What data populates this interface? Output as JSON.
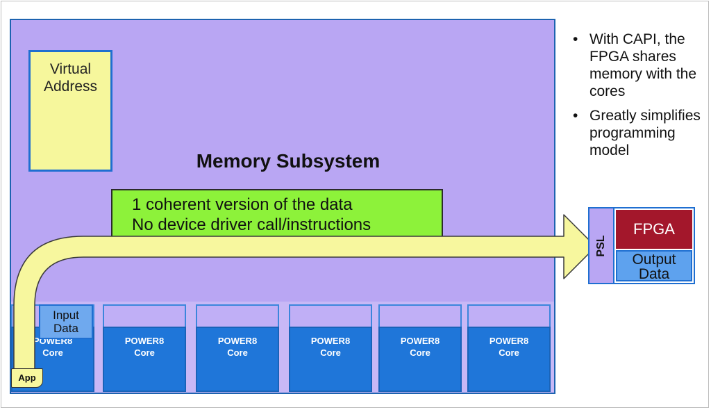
{
  "memory": {
    "title": "Memory Subsystem",
    "virtual_address": [
      "Virtual",
      "Address"
    ],
    "coherent": [
      "1 coherent version of the data",
      "No device driver call/instructions"
    ]
  },
  "input_data": [
    "Input",
    "Data"
  ],
  "app_label": "App",
  "cores": [
    {
      "line1": "POWER8",
      "line2": "Core"
    },
    {
      "line1": "POWER8",
      "line2": "Core"
    },
    {
      "line1": "POWER8",
      "line2": "Core"
    },
    {
      "line1": "POWER8",
      "line2": "Core"
    },
    {
      "line1": "POWER8",
      "line2": "Core"
    },
    {
      "line1": "POWER8",
      "line2": "Core"
    }
  ],
  "accelerator": {
    "psl": "PSL",
    "fpga": "FPGA",
    "output": [
      "Output",
      "Data"
    ]
  },
  "bullets": [
    "With CAPI, the FPGA shares memory with the cores",
    "Greatly simplifies programming model"
  ],
  "colors": {
    "memory_bg": "#b9a6f3",
    "core_blue": "#1f76d9",
    "coherent_green": "#8df23a",
    "arrow_yellow": "#f7f79e",
    "fpga_red": "#a3172b"
  }
}
